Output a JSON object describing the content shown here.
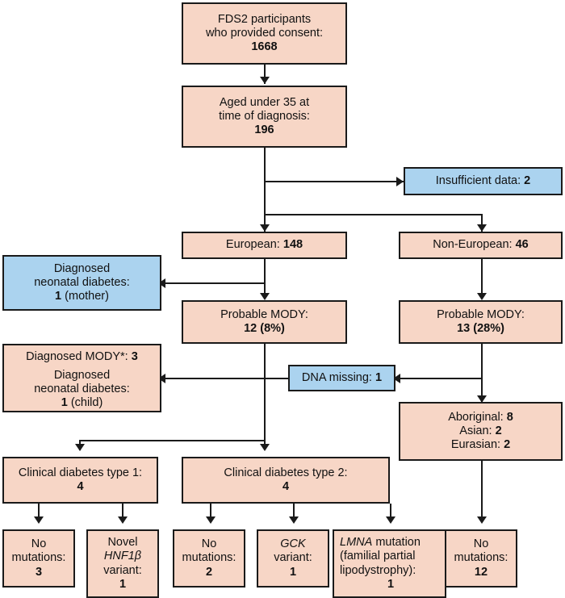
{
  "diagram": {
    "title": "FDS2 participant MODY screening flowchart",
    "colors": {
      "peach": "#f7d6c6",
      "blue": "#abd3ef",
      "stroke": "#1a1a1a",
      "background": "#ffffff"
    },
    "footnote": "*"
  },
  "nodes": {
    "consent": {
      "line1": "FDS2 participants",
      "line2": "who provided consent:",
      "value": "1668"
    },
    "aged_under_35": {
      "line1": "Aged under 35 at",
      "line2": "time of diagnosis:",
      "value": "196"
    },
    "insufficient_data": {
      "label": "Insufficient data:",
      "value": "2"
    },
    "european": {
      "label": "European:",
      "value": "148"
    },
    "non_european": {
      "label": "Non-European:",
      "value": "46"
    },
    "diagnosed_neonatal_mother": {
      "line1": "Diagnosed",
      "line2": "neonatal diabetes:",
      "value": "1",
      "suffix": "(mother)"
    },
    "probable_mody_european": {
      "label": "Probable MODY:",
      "value": "12 (8%)"
    },
    "probable_mody_non_european": {
      "label": "Probable MODY:",
      "value": "13 (28%)"
    },
    "diagnosed_mody_child": {
      "line1_label": "Diagnosed MODY*:",
      "line1_value": "3",
      "line2": "Diagnosed",
      "line3": "neonatal diabetes:",
      "value": "1",
      "suffix": "(child)"
    },
    "dna_missing": {
      "label": "DNA missing:",
      "value": "1"
    },
    "ethnicity_breakdown": {
      "rows": [
        {
          "label": "Aboriginal:",
          "value": "8"
        },
        {
          "label": "Asian:",
          "value": "2"
        },
        {
          "label": "Eurasian:",
          "value": "2"
        }
      ]
    },
    "clinical_type1": {
      "label": "Clinical diabetes type 1:",
      "value": "4"
    },
    "clinical_type2": {
      "label": "Clinical diabetes type 2:",
      "value": "4"
    },
    "t1_no_mutations": {
      "line1": "No",
      "line2": "mutations:",
      "value": "3"
    },
    "t1_hnf1b": {
      "line1": "Novel",
      "line2_italic": "HNF1β",
      "line3": "variant:",
      "value": "1"
    },
    "t2_no_mutations": {
      "line1": "No",
      "line2": "mutations:",
      "value": "2"
    },
    "t2_gck": {
      "line1_italic": "GCK",
      "line2": "variant:",
      "value": "1"
    },
    "t2_lmna": {
      "line1_italic": "LMNA",
      "line1_rest": " mutation",
      "line2": "(familial partial",
      "line3": "lipodystrophy):",
      "value": "1"
    },
    "ne_no_mutations": {
      "line1": "No",
      "line2": "mutations:",
      "value": "12"
    }
  }
}
